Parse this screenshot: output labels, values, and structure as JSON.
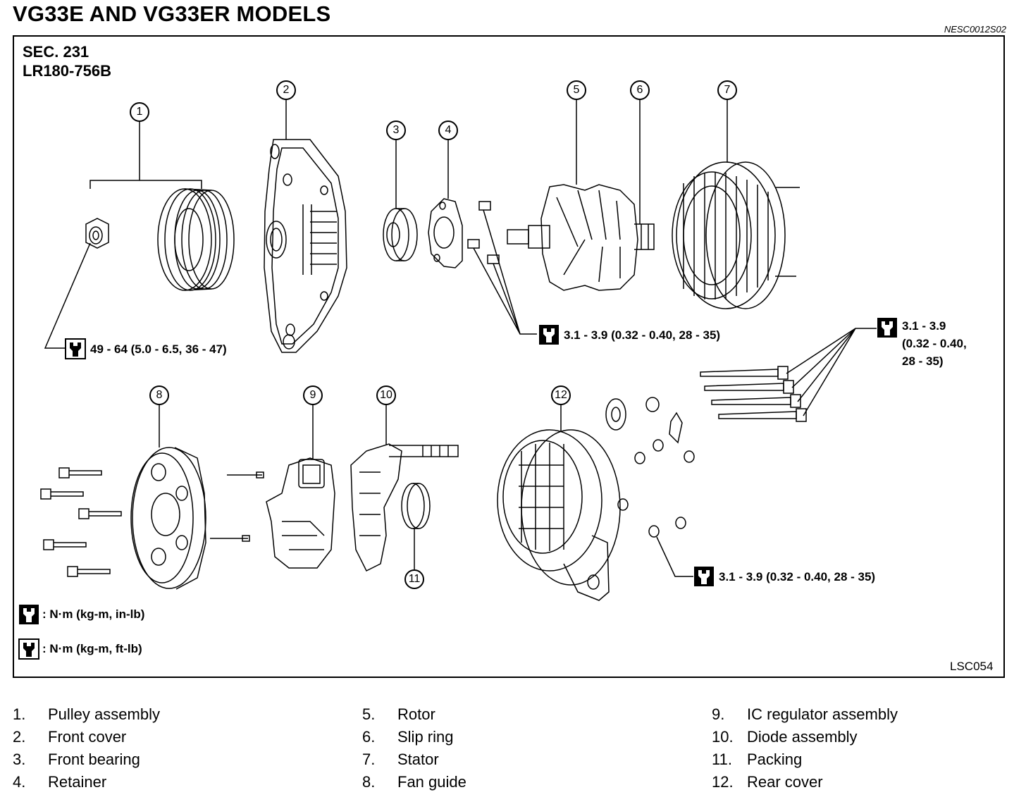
{
  "header": {
    "title": "VG33E AND VG33ER MODELS",
    "code": "NESC0012S02"
  },
  "diagram": {
    "section": "SEC. 231",
    "model": "LR180-756B",
    "figure_ref": "LSC054",
    "callouts": [
      "1",
      "2",
      "3",
      "4",
      "5",
      "6",
      "7",
      "8",
      "9",
      "10",
      "11",
      "12"
    ],
    "torques": {
      "pulley_nut": "49 - 64 (5.0 - 6.5, 36 - 47)",
      "retainer_screws": "3.1 - 3.9 (0.32 - 0.40, 28 - 35)",
      "through_bolts_1": "3.1 - 3.9",
      "through_bolts_2": "(0.32 - 0.40,",
      "through_bolts_3": "28 - 35)",
      "rear_nuts": "3.1 - 3.9 (0.32 - 0.40, 28 - 35)"
    },
    "legend": {
      "in_lb": ": N·m (kg-m, in-lb)",
      "ft_lb": ": N·m (kg-m, ft-lb)"
    }
  },
  "parts": [
    {
      "num": "1.",
      "name": "Pulley assembly"
    },
    {
      "num": "2.",
      "name": "Front cover"
    },
    {
      "num": "3.",
      "name": "Front bearing"
    },
    {
      "num": "4.",
      "name": "Retainer"
    },
    {
      "num": "5.",
      "name": "Rotor"
    },
    {
      "num": "6.",
      "name": "Slip ring"
    },
    {
      "num": "7.",
      "name": "Stator"
    },
    {
      "num": "8.",
      "name": "Fan guide"
    },
    {
      "num": "9.",
      "name": "IC regulator assembly"
    },
    {
      "num": "10.",
      "name": "Diode assembly"
    },
    {
      "num": "11.",
      "name": "Packing"
    },
    {
      "num": "12.",
      "name": "Rear cover"
    }
  ]
}
